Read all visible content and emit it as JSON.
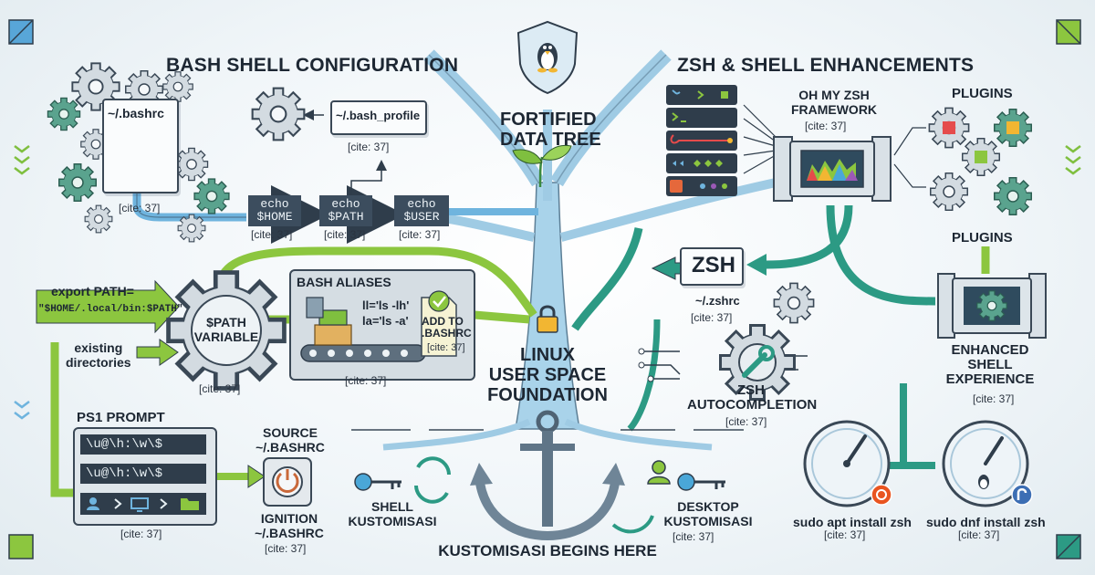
{
  "sections": {
    "bash_title": "BASH SHELL CONFIGURATION",
    "zsh_title": "ZSH & SHELL ENHANCEMENTS"
  },
  "center": {
    "top_line1": "FORTIFIED",
    "top_line2": "DATA TREE",
    "foundation_line1": "LINUX",
    "foundation_line2": "USER SPACE",
    "foundation_line3": "FOUNDATION",
    "bottom": "KUSTOMISASI BEGINS HERE"
  },
  "bash": {
    "bashrc": "~/.bashrc",
    "bash_profile": "~/.bash_profile",
    "echo_home_1": "echo",
    "echo_home_2": "$HOME",
    "echo_path_1": "echo",
    "echo_path_2": "$PATH",
    "echo_user_1": "echo",
    "echo_user_2": "$USER",
    "export_label": "export PATH=",
    "export_value": "\"$HOME/.local/bin:$PATH\"",
    "existing_1": "existing",
    "existing_2": "directories",
    "path_var_1": "$PATH",
    "path_var_2": "VARIABLE",
    "aliases_title": "BASH ALIASES",
    "alias_ll": "ll='ls -lh'",
    "alias_la": "la='ls -a'",
    "add_to_1": "ADD TO",
    "add_to_2": ".BASHRC",
    "ps1_title": "PS1 PROMPT",
    "ps1_line1": "\\u@\\h:\\w\\$",
    "ps1_line2": "\\u@\\h:\\w\\$",
    "source_1": "SOURCE",
    "source_2": "~/.BASHRC",
    "ignition_1": "IGNITION",
    "ignition_2": "~/.BASHRC",
    "shell_k_1": "SHELL",
    "shell_k_2": "KUSTOMISASI"
  },
  "zsh": {
    "ohmyzsh_1": "OH MY ZSH",
    "ohmyzsh_2": "FRAMEWORK",
    "plugins_top": "PLUGINS",
    "plugins_mid": "PLUGINS",
    "zsh_box": "ZSH",
    "zshrc": "~/.zshrc",
    "autocomp_1": "ZSH",
    "autocomp_2": "AUTOCOMPLETION",
    "enhanced_1": "ENHANCED",
    "enhanced_2": "SHELL",
    "enhanced_3": "EXPERIENCE",
    "apt": "sudo apt install zsh",
    "dnf": "sudo dnf install zsh",
    "desktop_1": "DESKTOP",
    "desktop_2": "KUSTOMISASI"
  },
  "cite": "[cite: 37]",
  "icons": [
    "tux-shield-icon",
    "github-octocat-icon",
    "gear-icon",
    "lock-icon",
    "anchor-icon",
    "key-icon",
    "power-knob-icon",
    "gauge-icon",
    "ubuntu-logo-icon",
    "fedora-logo-icon",
    "terminal-icon",
    "conveyor-icon",
    "sprout-icon",
    "user-icon"
  ],
  "colors": {
    "trunk": "#a9d3ea",
    "blue_branch": "#6fb4de",
    "teal": "#2c9a84",
    "green": "#7fbf3f",
    "dark": "#2f3d4b"
  }
}
